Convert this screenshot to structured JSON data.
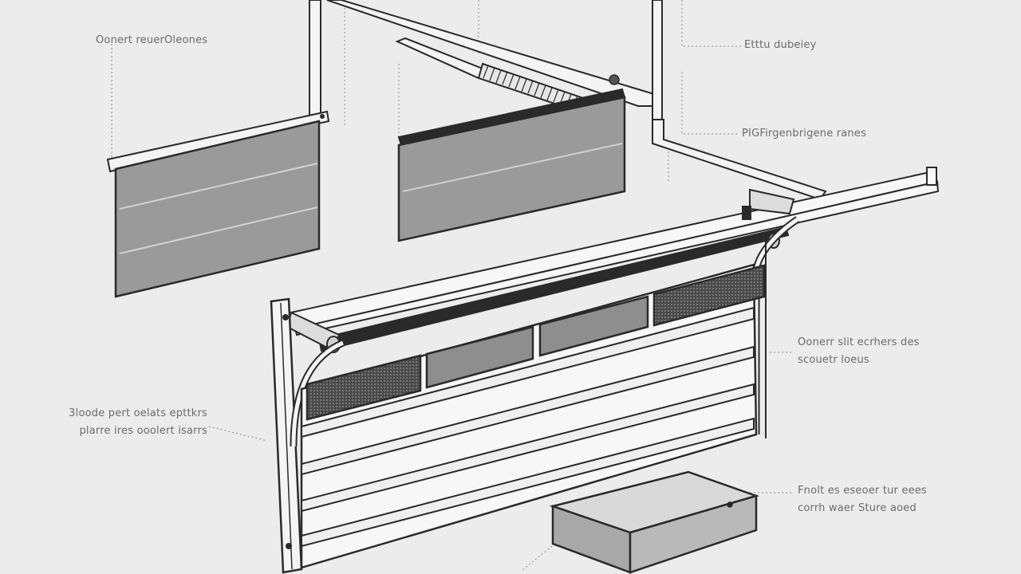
{
  "callouts": {
    "top_left": {
      "line1": "Oonert reuerOleones"
    },
    "top_right": {
      "line1": "Etttu dubeiey"
    },
    "mid_right": {
      "line1": "PIGFirgenbrigene ranes"
    },
    "right_lower": {
      "line1": "Oonerr slit ecrhers des",
      "line2": "scouetr loeus"
    },
    "left_lower": {
      "line1": "3loode pert oelats epttkrs",
      "line2": "plarre ires ooolert isarrs"
    },
    "bottom_right": {
      "line1": "Fnolt es eseoer tur eees",
      "line2": "corrh waer Sture aoed"
    }
  },
  "colors": {
    "background": "#ececec",
    "line": "#2a2a2a",
    "panel_fill": "#9a9a9a",
    "window_fill": "#8e8e8e",
    "mesh_fill": "#3a3a3a",
    "leader": "#8a8a8a",
    "door_fill": "#f7f7f7"
  }
}
